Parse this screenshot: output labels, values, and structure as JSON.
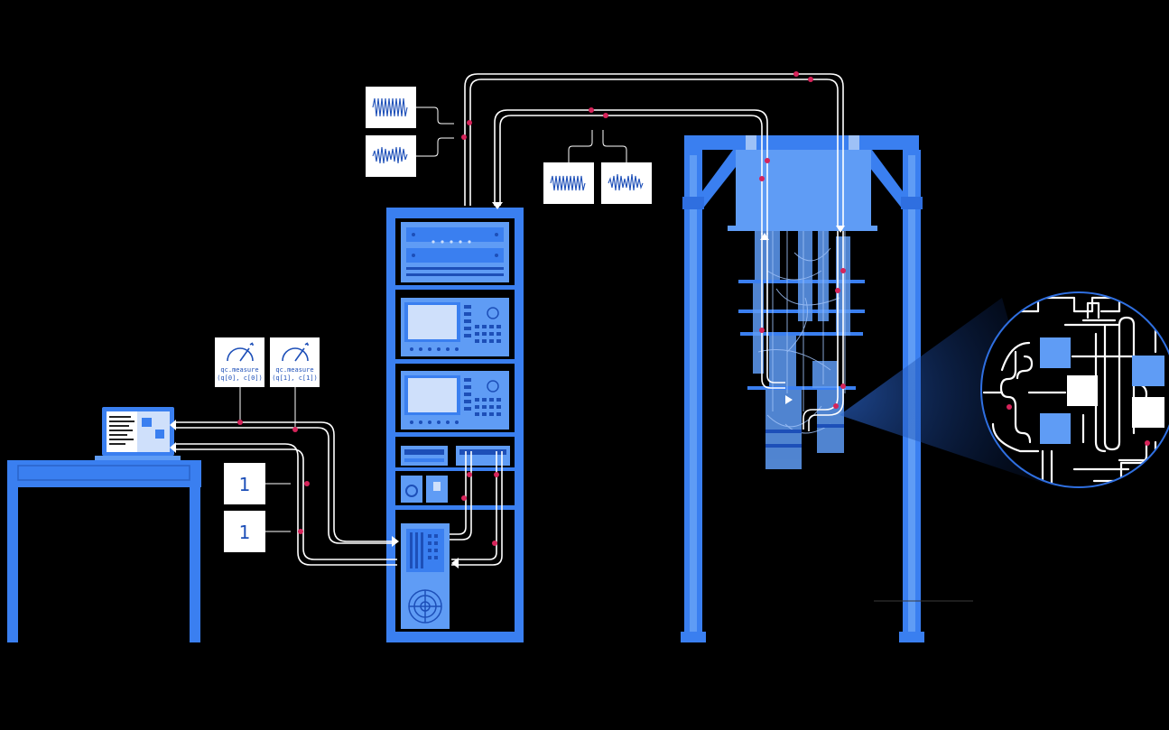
{
  "colors": {
    "background": "#000000",
    "equipment_blue": "#3a7ff0",
    "light_blue": "#5f9cf5",
    "pale_blue": "#9ec1f7",
    "dark_blue": "#1d4fb8",
    "cable": "#ffffff",
    "pulse_dot": "#d6245a"
  },
  "measure_cards": [
    {
      "icon": "meter-gauge-icon",
      "label_line1": "qc.measure",
      "label_line2": "(q[0], c[0])"
    },
    {
      "icon": "meter-gauge-icon",
      "label_line1": "qc.measure",
      "label_line2": "(q[1], c[1])"
    }
  ],
  "result_cards": [
    {
      "value": "1"
    },
    {
      "value": "1"
    }
  ],
  "waveform_cards": {
    "rack_side": [
      {
        "icon": "waveform-icon"
      },
      {
        "icon": "waveform-icon"
      }
    ],
    "fridge_side": [
      {
        "icon": "waveform-icon"
      },
      {
        "icon": "waveform-icon"
      }
    ]
  },
  "components": [
    "laptop",
    "desk",
    "electronics-rack",
    "dilution-refrigerator",
    "qubit-chip-magnifier"
  ]
}
